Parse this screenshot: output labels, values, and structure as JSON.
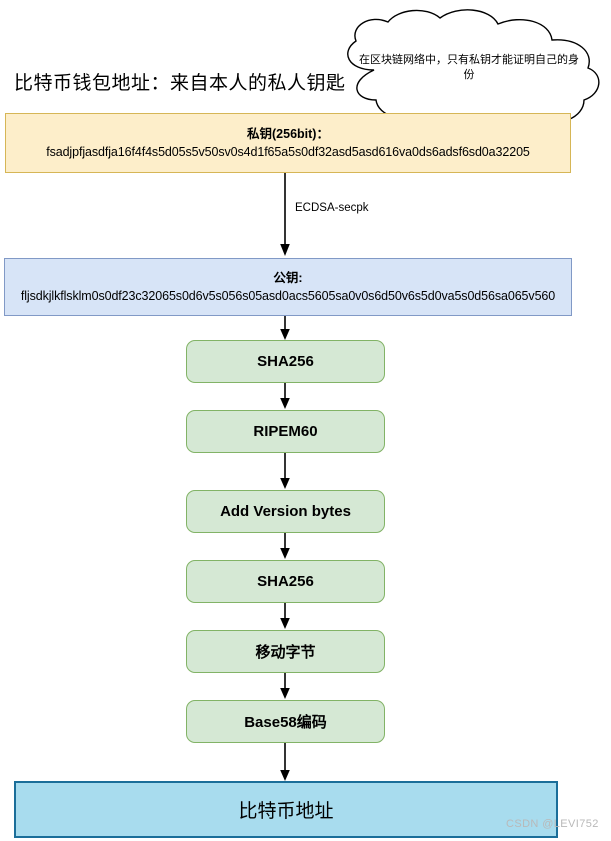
{
  "page": {
    "title": "比特币钱包地址：来自本人的私人钥匙",
    "watermark": "CSDN @LEVI752"
  },
  "callout": {
    "icon": "cloud-callout-icon",
    "text": "在区块链网络中，只有私钥才能证明自己的身份"
  },
  "private_key": {
    "label": "私钥(256bit)：",
    "value": "fsadjpfjasdfja16f4f4s5d05s5v50sv0s4d1f65a5s0df32asd5asd616va0ds6adsf6sd0a32205",
    "fill": "#fdeeca",
    "stroke": "#d6b656"
  },
  "public_key": {
    "label": "公钥:",
    "value": "fljsdkjlkflsklm0s0df23c32065s0d6v5s056s05asd0acs5605sa0v0s6d50v6s5d0va5s0d56sa065v560",
    "fill": "#d7e4f7",
    "stroke": "#8199c6"
  },
  "edges": {
    "ecdsa_label": "ECDSA-secpk"
  },
  "process_steps": [
    {
      "label": "SHA256"
    },
    {
      "label": "RIPEM60"
    },
    {
      "label": "Add Version bytes"
    },
    {
      "label": "SHA256"
    },
    {
      "label": "移动字节"
    },
    {
      "label": "Base58编码"
    }
  ],
  "process_style": {
    "fill": "#d5e8d4",
    "stroke": "#82b366"
  },
  "result": {
    "label": "比特币地址",
    "fill": "#a8dcee",
    "stroke": "#1b6e99"
  },
  "arrow_color": "#000000"
}
